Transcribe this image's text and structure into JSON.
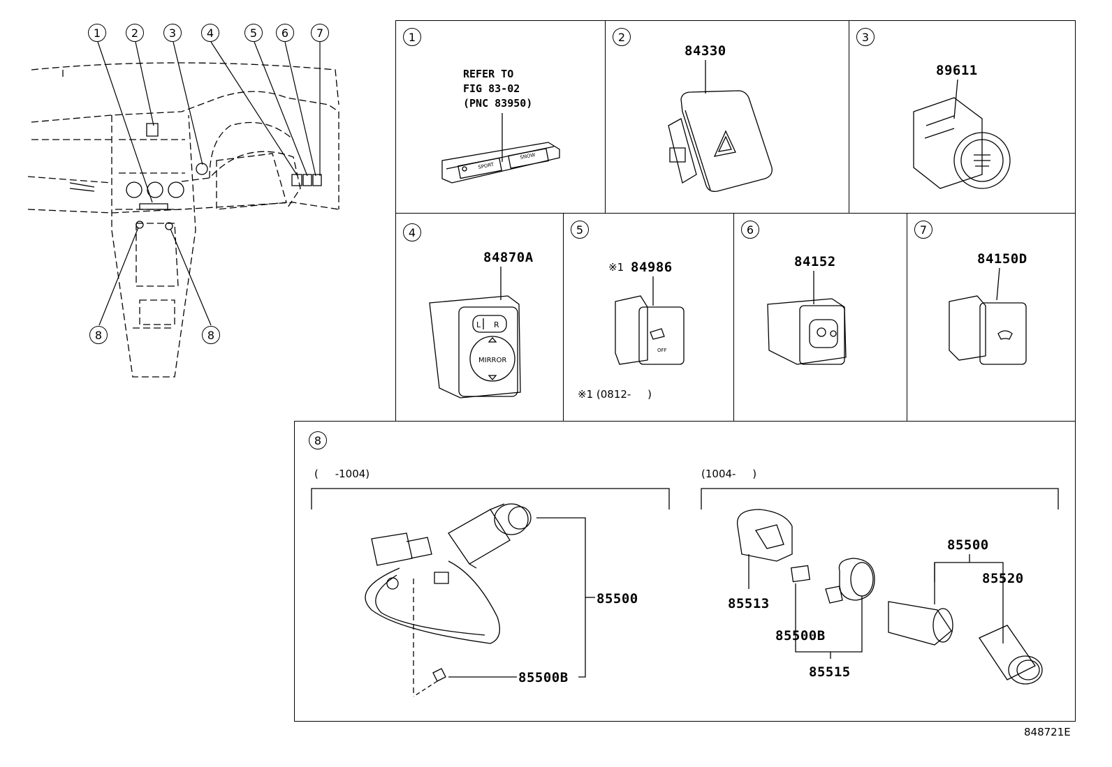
{
  "overview": {
    "callouts": [
      "1",
      "2",
      "3",
      "4",
      "5",
      "6",
      "7",
      "8",
      "8"
    ]
  },
  "cells": [
    {
      "num": "1",
      "note": "REFER TO\nFIG 83-02\n(PNC 83950)",
      "switch_text": [
        "SPORT",
        "SNOW"
      ]
    },
    {
      "num": "2",
      "part": "84330"
    },
    {
      "num": "3",
      "part": "89611"
    },
    {
      "num": "4",
      "part": "84870A",
      "labels": [
        "L",
        "R",
        "MIRROR"
      ]
    },
    {
      "num": "5",
      "part": "84986",
      "mark": "※1",
      "footnote": "※1 (0812-     )",
      "icon_text": "OFF"
    },
    {
      "num": "6",
      "part": "84152"
    },
    {
      "num": "7",
      "part": "84150D"
    },
    {
      "num": "8",
      "left": {
        "range": "(     -1004)",
        "parts": [
          "85500",
          "85500B"
        ]
      },
      "right": {
        "range": "(1004-     )",
        "parts": [
          "85513",
          "85500B",
          "85515",
          "85500",
          "85520"
        ]
      }
    }
  ],
  "figure_id": "848721E"
}
